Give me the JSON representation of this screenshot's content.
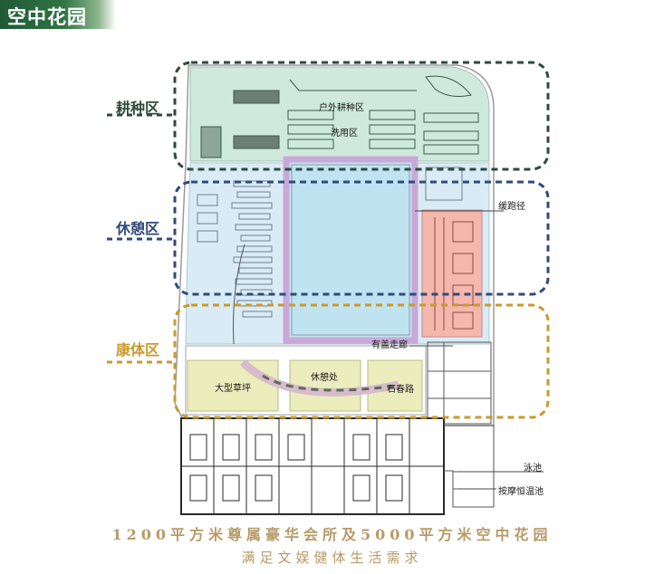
{
  "page_title": "空中花园",
  "zones": [
    {
      "label": "耕种区",
      "color": "#2e4a3e"
    },
    {
      "label": "休憩区",
      "color": "#2f4a7c"
    },
    {
      "label": "康体区",
      "color": "#c99a2e"
    }
  ],
  "plan_labels": {
    "farming_outdoor": "户外耕种区",
    "washing": "洗用区",
    "jogging": "缓跑径",
    "covered_corridor": "有盖走廊",
    "big_lawn": "大型草坪",
    "rest_area": "休憩处",
    "stone_path": "石春路",
    "swimming_pool": "泳池",
    "massage_pool": "按摩恒温池"
  },
  "caption": {
    "line1": "1200平方米尊属豪华会所及5000平方米空中花园",
    "line2": "满足文娱健体生活需求"
  },
  "colors": {
    "farming_fill": "#cfe9dc",
    "rest_fill": "#d9ecf6",
    "pool_fill": "#bfe3f1",
    "pool_border": "#c9a8d8",
    "jog_fill": "#f4b7ae",
    "lawn_fill": "#ecedbd",
    "caption": "#b89a66"
  }
}
